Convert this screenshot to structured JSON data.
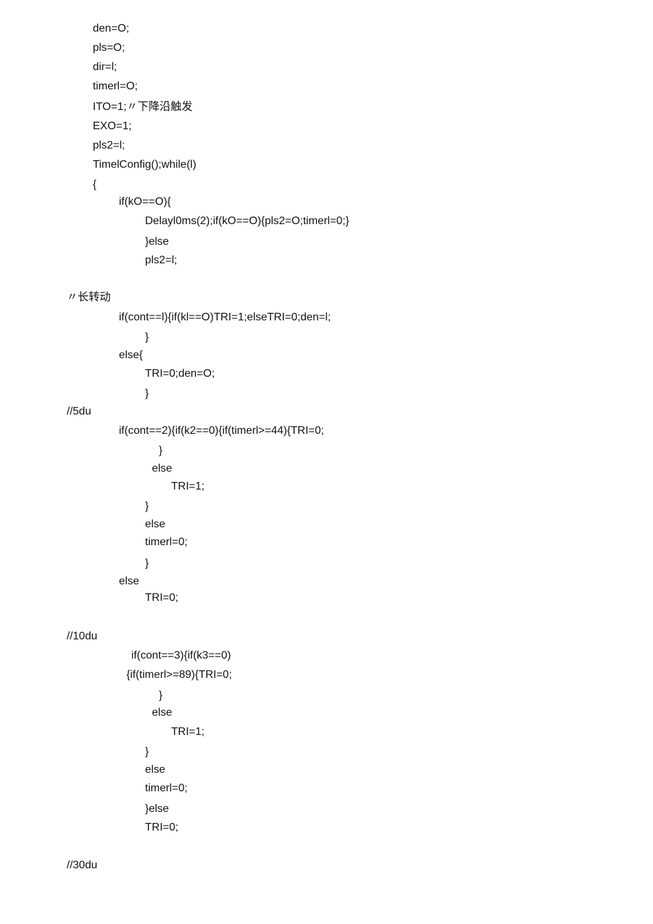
{
  "document": {
    "lines": [
      "den=O;",
      "pls=O;",
      "dir=l;",
      "timerl=O;",
      "ITO=1;〃下降沿触发",
      "EXO=1;",
      "pls2=l;",
      "TimelConfig();while(l)",
      "{",
      "if(kO==O){",
      "Delayl0ms(2);if(kO==O){pls2=O;timerl=0;}",
      "}else",
      "pls2=l;",
      "〃长转动",
      "if(cont==l){if(kl==O)TRI=1;elseTRI=0;den=l;",
      "}",
      "else{",
      "TRI=0;den=O;",
      "}",
      "//5du",
      "if(cont==2){if(k2==0){if(timerl>=44){TRI=0;",
      "}",
      "else",
      "TRI=1;",
      "}",
      "else",
      "timerl=0;",
      "}",
      "else",
      "TRI=0;",
      "//10du",
      "if(cont==3){if(k3==0)",
      "{if(timerl>=89){TRI=0;",
      "}",
      "else",
      "TRI=1;",
      "}",
      "else",
      "timerl=0;",
      "}else",
      "TRI=0;",
      "//30du"
    ]
  }
}
